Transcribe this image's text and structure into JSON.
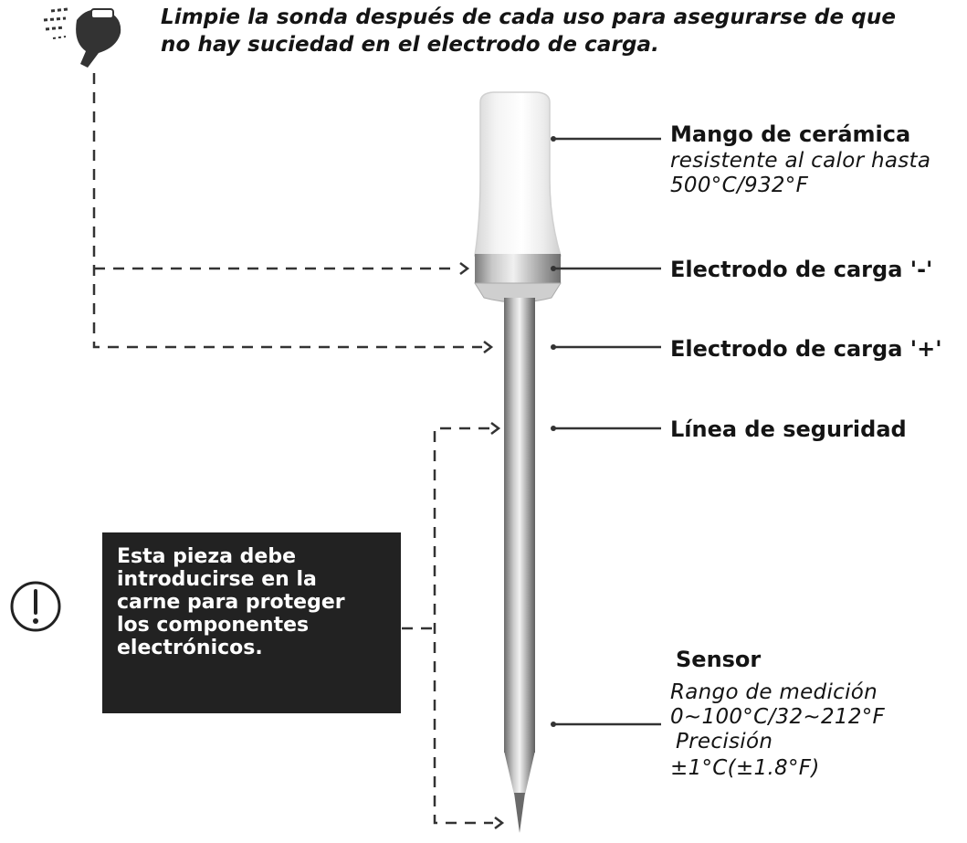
{
  "top_note": {
    "line1": "Limpie la sonda después de cada uso para asegurarse de que",
    "line2": "no hay suciedad en el electrodo de carga."
  },
  "labels": {
    "handle_title": "Mango de cerámica",
    "handle_desc_1": "resistente al calor hasta",
    "handle_desc_2": "500°C/932°F",
    "electrode_minus": "Electrodo de carga '-'",
    "electrode_plus": "Electrodo de carga '+'",
    "safety_line": "Línea de seguridad",
    "sensor_title": "Sensor",
    "sensor_desc_1": "Rango de medición",
    "sensor_desc_2": "0~100°C/32~212°F",
    "sensor_desc_3": "Precisión",
    "sensor_desc_4": "±1°C(±1.8°F)"
  },
  "warning": {
    "lines": [
      "Esta pieza debe",
      "introducirse en la",
      "carne para proteger",
      "los componentes",
      "electrónicos."
    ]
  },
  "icons": {
    "cleaning": "hand-wiping-icon",
    "warning": "exclamation-circle-icon"
  },
  "colors": {
    "box_bg": "#222222",
    "box_text": "#ffffff",
    "lines": "#333333"
  }
}
